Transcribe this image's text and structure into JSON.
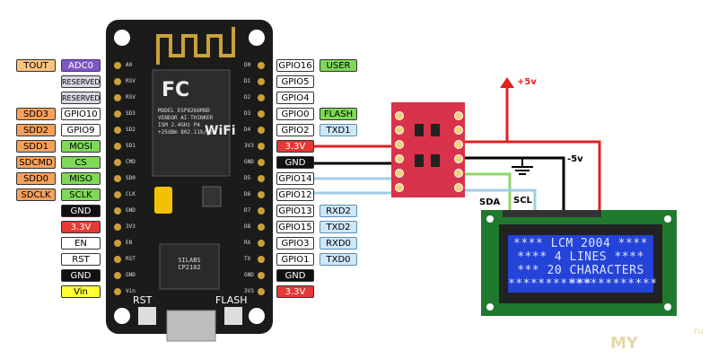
{
  "left_labels": [
    {
      "name": "tout",
      "text": "TOUT",
      "color": "orange-light"
    },
    {
      "name": "adc0",
      "text": "ADC0",
      "color": "purple"
    },
    {
      "name": "reserved-1",
      "text": "RESERVED",
      "color": "grey"
    },
    {
      "name": "reserved-2",
      "text": "RESERVED",
      "color": "grey"
    },
    {
      "name": "sdd3",
      "text": "SDD3",
      "color": "orange"
    },
    {
      "name": "gpio10",
      "text": "GPIO10",
      "color": "white"
    },
    {
      "name": "sdd2",
      "text": "SDD2",
      "color": "orange"
    },
    {
      "name": "gpio9",
      "text": "GPIO9",
      "color": "white"
    },
    {
      "name": "sdd1",
      "text": "SDD1",
      "color": "orange"
    },
    {
      "name": "mosi",
      "text": "MOSI",
      "color": "green"
    },
    {
      "name": "sdcmd",
      "text": "SDCMD",
      "color": "orange"
    },
    {
      "name": "cs",
      "text": "CS",
      "color": "green"
    },
    {
      "name": "sdd0",
      "text": "SDD0",
      "color": "orange"
    },
    {
      "name": "miso",
      "text": "MISO",
      "color": "green"
    },
    {
      "name": "sdclk",
      "text": "SDCLK",
      "color": "orange"
    },
    {
      "name": "sclk",
      "text": "SCLK",
      "color": "green"
    },
    {
      "name": "gnd-l1",
      "text": "GND",
      "color": "black"
    },
    {
      "name": "v33-l",
      "text": "3.3V",
      "color": "red"
    },
    {
      "name": "en",
      "text": "EN",
      "color": "white"
    },
    {
      "name": "rst",
      "text": "RST",
      "color": "white"
    },
    {
      "name": "gnd-l2",
      "text": "GND",
      "color": "black"
    },
    {
      "name": "vin",
      "text": "Vin",
      "color": "yellow"
    }
  ],
  "right_labels": [
    {
      "name": "gpio16",
      "text": "GPIO16",
      "color": "gpio"
    },
    {
      "name": "user",
      "text": "USER",
      "color": "green"
    },
    {
      "name": "gpio5",
      "text": "GPIO5",
      "color": "gpio"
    },
    {
      "name": "gpio4",
      "text": "GPIO4",
      "color": "gpio"
    },
    {
      "name": "gpio0",
      "text": "GPIO0",
      "color": "gpio"
    },
    {
      "name": "flash",
      "text": "FLASH",
      "color": "green"
    },
    {
      "name": "gpio2",
      "text": "GPIO2",
      "color": "gpio"
    },
    {
      "name": "txd1",
      "text": "TXD1",
      "color": "blue"
    },
    {
      "name": "v33-r1",
      "text": "3.3V",
      "color": "red"
    },
    {
      "name": "gnd-r1",
      "text": "GND",
      "color": "black"
    },
    {
      "name": "gpio14",
      "text": "GPIO14",
      "color": "gpio"
    },
    {
      "name": "gpio12",
      "text": "GPIO12",
      "color": "gpio"
    },
    {
      "name": "gpio13",
      "text": "GPIO13",
      "color": "gpio"
    },
    {
      "name": "rxd2",
      "text": "RXD2",
      "color": "blue"
    },
    {
      "name": "gpio15",
      "text": "GPIO15",
      "color": "gpio"
    },
    {
      "name": "txd2",
      "text": "TXD2",
      "color": "blue"
    },
    {
      "name": "gpio3",
      "text": "GPIO3",
      "color": "gpio"
    },
    {
      "name": "rxd0",
      "text": "RXD0",
      "color": "blue"
    },
    {
      "name": "gpio1",
      "text": "GPIO1",
      "color": "gpio"
    },
    {
      "name": "txd0",
      "text": "TXD0",
      "color": "blue"
    },
    {
      "name": "gnd-r2",
      "text": "GND",
      "color": "black"
    },
    {
      "name": "v33-r2",
      "text": "3.3V",
      "color": "red"
    }
  ],
  "board": {
    "left_pins": [
      "A0",
      "RSV",
      "RSV",
      "SD3",
      "SD2",
      "SD1",
      "CMD",
      "SD0",
      "CLK",
      "GND",
      "3V3",
      "EN",
      "RST",
      "GND",
      "Vin"
    ],
    "right_pins": [
      "D0",
      "D1",
      "D2",
      "D3",
      "D4",
      "3V3",
      "GND",
      "D5",
      "D6",
      "D7",
      "D8",
      "RX",
      "TX",
      "GND",
      "3V3"
    ],
    "module_logo": "FC",
    "module_text": "MODEL ESP8266MOD VENDOR AI-THINKER ISM 2.4GHz PA +25dBm 802.11b/g/n",
    "wifi_text": "WiFi",
    "chip_text": "SILABS CP2102",
    "rst_label": "RST",
    "flash_label": "FLASH"
  },
  "wires": {
    "plus5v": "+5v",
    "minus5v": "-5v",
    "sda": "SDA",
    "scl": "SCL"
  },
  "lcd": {
    "lines": [
      "****  LCM 2004  ****",
      "****  4 LINES   ****",
      "*** 20 CHARACTERS ***",
      "********************"
    ]
  },
  "watermark": {
    "text": "MY",
    "suffix": ".ru"
  },
  "colors": {
    "board": "#1b1b1b",
    "level_shifter": "#d8334a",
    "lcd_pcb": "#1f7a2e",
    "lcd_screen": "#2443d9",
    "wire_red": "#e02020",
    "wire_black": "#000000",
    "wire_blue": "#9fcde8",
    "wire_green": "#8fd66b"
  }
}
